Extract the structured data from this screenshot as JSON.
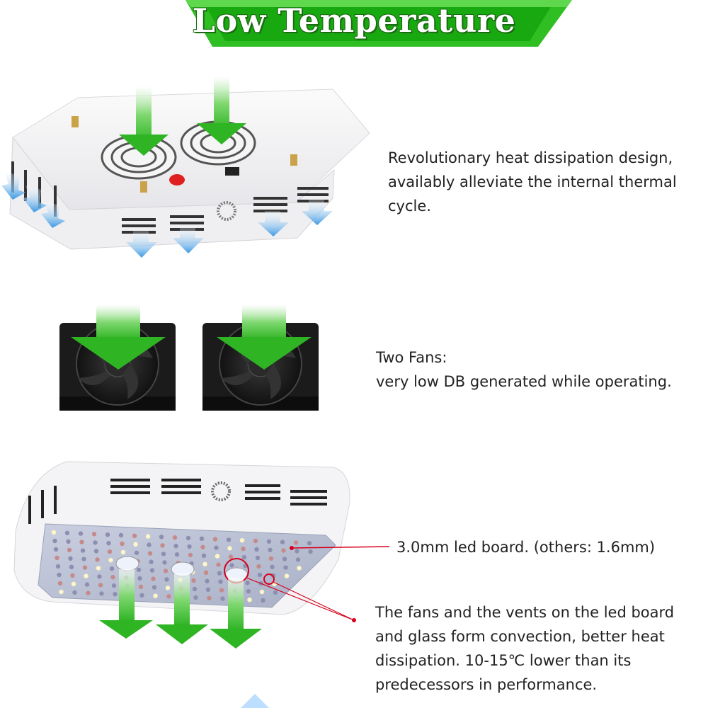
{
  "banner": {
    "title": "Low Temperature",
    "color": "#22a818"
  },
  "section_heat": {
    "lines": [
      "Revolutionary heat dissipation design,",
      "availably alleviate the internal thermal",
      "cycle."
    ]
  },
  "section_fans": {
    "lines": [
      "Two Fans:",
      "very low DB generated while operating."
    ]
  },
  "section_board": {
    "callout": "3.0mm led board. (others: 1.6mm)",
    "lines": [
      "The fans and the vents on the led board",
      "and glass form convection, better heat",
      "dissipation. 10-15℃ lower than its",
      "predecessors in performance."
    ]
  },
  "colors": {
    "arrow_green": "#3fb934",
    "airflow_blue": "#4aa3e6",
    "callout_red": "#d6001c"
  }
}
